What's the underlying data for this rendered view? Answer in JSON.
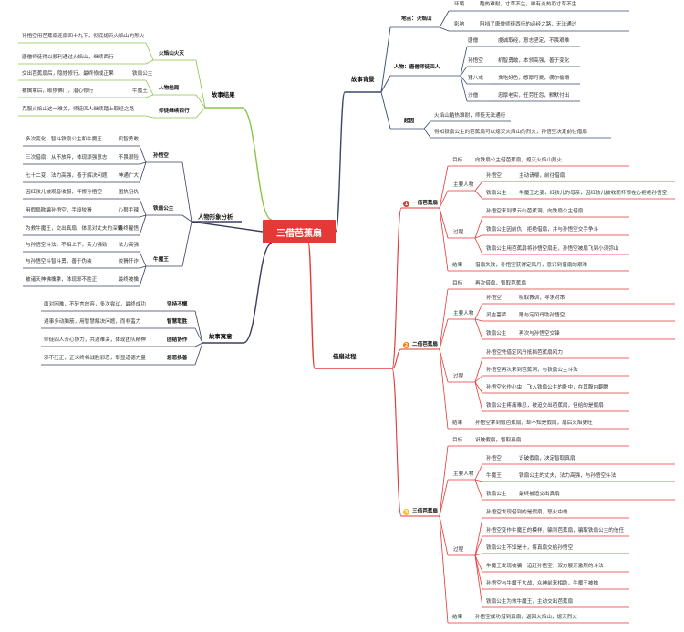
{
  "root": {
    "title": "三借芭蕉扇",
    "color": "#e53935"
  },
  "colors": {
    "background": "#e8f1f8",
    "plot": "#394a6b",
    "ending": "#8bc34a",
    "process": "#e53935",
    "character": "#3a3f5e",
    "meaning": "#3a3f5e",
    "step_badges": [
      "#e53935",
      "#f57c00",
      "#fbc02d"
    ]
  },
  "right": {
    "background": {
      "label": "故事背景",
      "setting": {
        "label": "地点：火焰山",
        "items": [
          {
            "k": "环境",
            "v": "酷热难耐，寸草不生，唯有炎热而寸草不生"
          },
          {
            "k": "影响",
            "v": "阻挡了唐僧师徒西行的必经之路，无法通过"
          }
        ]
      },
      "characters": {
        "label": "人物：唐僧师徒四人",
        "items": [
          {
            "k": "唐僧",
            "v": "虔诚取经，意志坚定，不畏艰难"
          },
          {
            "k": "孙悟空",
            "v": "机智勇敢，本领高强，善于变化"
          },
          {
            "k": "猪八戒",
            "v": "贪吃好色，憨厚可爱，偶尔偷懒"
          },
          {
            "k": "沙僧",
            "v": "忠厚老实，任劳任怨，默默付出"
          }
        ]
      },
      "cause": {
        "label": "起因",
        "items": [
          {
            "v": "火焰山酷热难耐，师徒无法通行"
          },
          {
            "v": "得知铁扇公主的芭蕉扇可以熄灭火焰山的烈火，孙悟空决定前往借扇"
          }
        ]
      }
    },
    "process": {
      "label": "借扇过程",
      "steps": [
        {
          "num": "1",
          "label": "一借芭蕉扇",
          "items": [
            {
              "k": "目标",
              "v": "向铁扇公主借芭蕉扇，熄灭火焰山烈火"
            },
            {
              "k": "主要人物",
              "sub": [
                {
                  "k": "孙悟空",
                  "v": "主动请缨，前往借扇"
                },
                {
                  "k": "铁扇公主",
                  "v": "牛魔王之妻，红孩儿的母亲，因红孩儿被收而怀恨在心拒绝孙悟空"
                }
              ]
            },
            {
              "k": "过程",
              "sub": [
                {
                  "v": "孙悟空来到翠云山芭蕉洞，向铁扇公主借扇"
                },
                {
                  "v": "铁扇公主因前仇，拒绝借扇，并与孙悟空交手争斗"
                },
                {
                  "v": "铁扇公主用芭蕉扇将孙悟空扇走，孙悟空被扇飞到小须弥山"
                }
              ]
            },
            {
              "k": "结果",
              "v": "借扇失败，孙悟空获得定风丹，意识到借扇的艰难"
            }
          ]
        },
        {
          "num": "2",
          "label": "二借芭蕉扇",
          "items": [
            {
              "k": "目标",
              "v": "再次借扇，智取芭蕉扇"
            },
            {
              "k": "主要人物",
              "sub": [
                {
                  "k": "孙悟空",
                  "v": "吸取教训，寻求对策"
                },
                {
                  "k": "灵吉菩萨",
                  "v": "赠与定风丹助孙悟空"
                },
                {
                  "k": "铁扇公主",
                  "v": "再次与孙悟空交锋"
                }
              ]
            },
            {
              "k": "过程",
              "sub": [
                {
                  "v": "孙悟空凭借定风丹抵挡芭蕉扇风力"
                },
                {
                  "v": "孙悟空再次来到芭蕉洞，与铁扇公主斗法"
                },
                {
                  "v": "孙悟空化作小虫，飞入铁扇公主的肚中，在其腹内翻腾"
                },
                {
                  "v": "铁扇公主疼痛难忍，被迫交出芭蕉扇，但给的是假扇"
                }
              ]
            },
            {
              "k": "结果",
              "v": "孙悟空拿到假芭蕉扇，却不知是假扇，扇后火焰更旺"
            }
          ]
        },
        {
          "num": "3",
          "label": "三借芭蕉扇",
          "items": [
            {
              "k": "目标",
              "v": "识破假扇，智取真扇"
            },
            {
              "k": "主要人物",
              "sub": [
                {
                  "k": "孙悟空",
                  "v": "识破假扇，决定智取真扇"
                },
                {
                  "k": "牛魔王",
                  "v": "铁扇公主的丈夫，法力高强，与孙悟空斗法"
                },
                {
                  "k": "铁扇公主",
                  "v": "最终被迫交出真扇"
                }
              ]
            },
            {
              "k": "过程",
              "sub": [
                {
                  "v": "孙悟空发现借到的是假扇，怒火中烧"
                },
                {
                  "v": "孙悟空变作牛魔王的模样，骗到芭蕉扇，骗取铁扇公主的信任"
                },
                {
                  "v": "铁扇公主不知是计，将真扇交给孙悟空"
                },
                {
                  "v": "牛魔王发现被骗，追赶孙悟空，双方展开激烈的斗法"
                },
                {
                  "v": "孙悟空与牛魔王大战，众神前来相助，牛魔王被擒"
                },
                {
                  "v": "铁扇公主为救牛魔王，主动交出芭蕉扇"
                }
              ]
            },
            {
              "k": "结果",
              "v": "孙悟空成功借到真扇，返回火焰山，熄灭烈火"
            }
          ]
        }
      ]
    }
  },
  "left": {
    "ending": {
      "label": "故事结果",
      "groups": [
        {
          "label": "火焰山火灭",
          "items": [
            {
              "v": "孙悟空用芭蕉扇连扇四十九下，彻底熄灭火焰山的烈火"
            },
            {
              "v": "唐僧师徒得以顺利通过火焰山，继续西行"
            }
          ]
        },
        {
          "label": "人物结局",
          "items": [
            {
              "v": "交出芭蕉扇后，隐姓修行，最终修成正果",
              "k": "铁扇公主"
            },
            {
              "v": "被擒拿后，皈依佛门，潜心修行",
              "k": "牛魔王"
            }
          ]
        },
        {
          "label": "师徒继续西行",
          "items": [
            {
              "v": "克服火焰山这一难关，师徒四人继续踏上取经之路"
            }
          ]
        }
      ]
    },
    "analysis": {
      "label": "人物形象分析",
      "groups": [
        {
          "label": "孙悟空",
          "items": [
            {
              "v": "多次变化，智斗铁扇公主和牛魔王",
              "k": "机智勇敢"
            },
            {
              "v": "三次借扇，从不放弃，体现顽强意志",
              "k": "不畏艰险"
            },
            {
              "v": "七十二变，法力高强，善于解决问题",
              "k": "神通广大"
            }
          ]
        },
        {
          "label": "铁扇公主",
          "items": [
            {
              "v": "因红孩儿被观音收服，怀恨孙悟空",
              "k": "固执记仇"
            },
            {
              "v": "用假扇欺骗孙悟空，手段狡猾",
              "k": "心狠手辣"
            },
            {
              "v": "为救牛魔王，交出真扇，体现对丈夫的深情",
              "k": "最终醒悟"
            }
          ]
        },
        {
          "label": "牛魔王",
          "items": [
            {
              "v": "与孙悟空斗法，不相上下，实力强劲",
              "k": "法力高强"
            },
            {
              "v": "与孙悟空斗智斗勇，善于伪装",
              "k": "狡猾奸诈"
            },
            {
              "v": "被诸天神佛擒拿，体现邪不胜正",
              "k": "最终被擒"
            }
          ]
        }
      ]
    },
    "meaning": {
      "label": "故事寓意",
      "items": [
        {
          "v": "面对困难，不轻言放弃，多次尝试，最终成功",
          "k": "坚持不懈"
        },
        {
          "v": "遇事多动脑筋，用智慧解决问题，而非蛮力",
          "k": "智慧取胜"
        },
        {
          "v": "师徒四人齐心协力，共渡难关，体现团队精神",
          "k": "团结协作"
        },
        {
          "v": "邪不压正，正义终将战胜邪恶，彰显道德力量",
          "k": "惩恶扬善"
        }
      ]
    }
  }
}
